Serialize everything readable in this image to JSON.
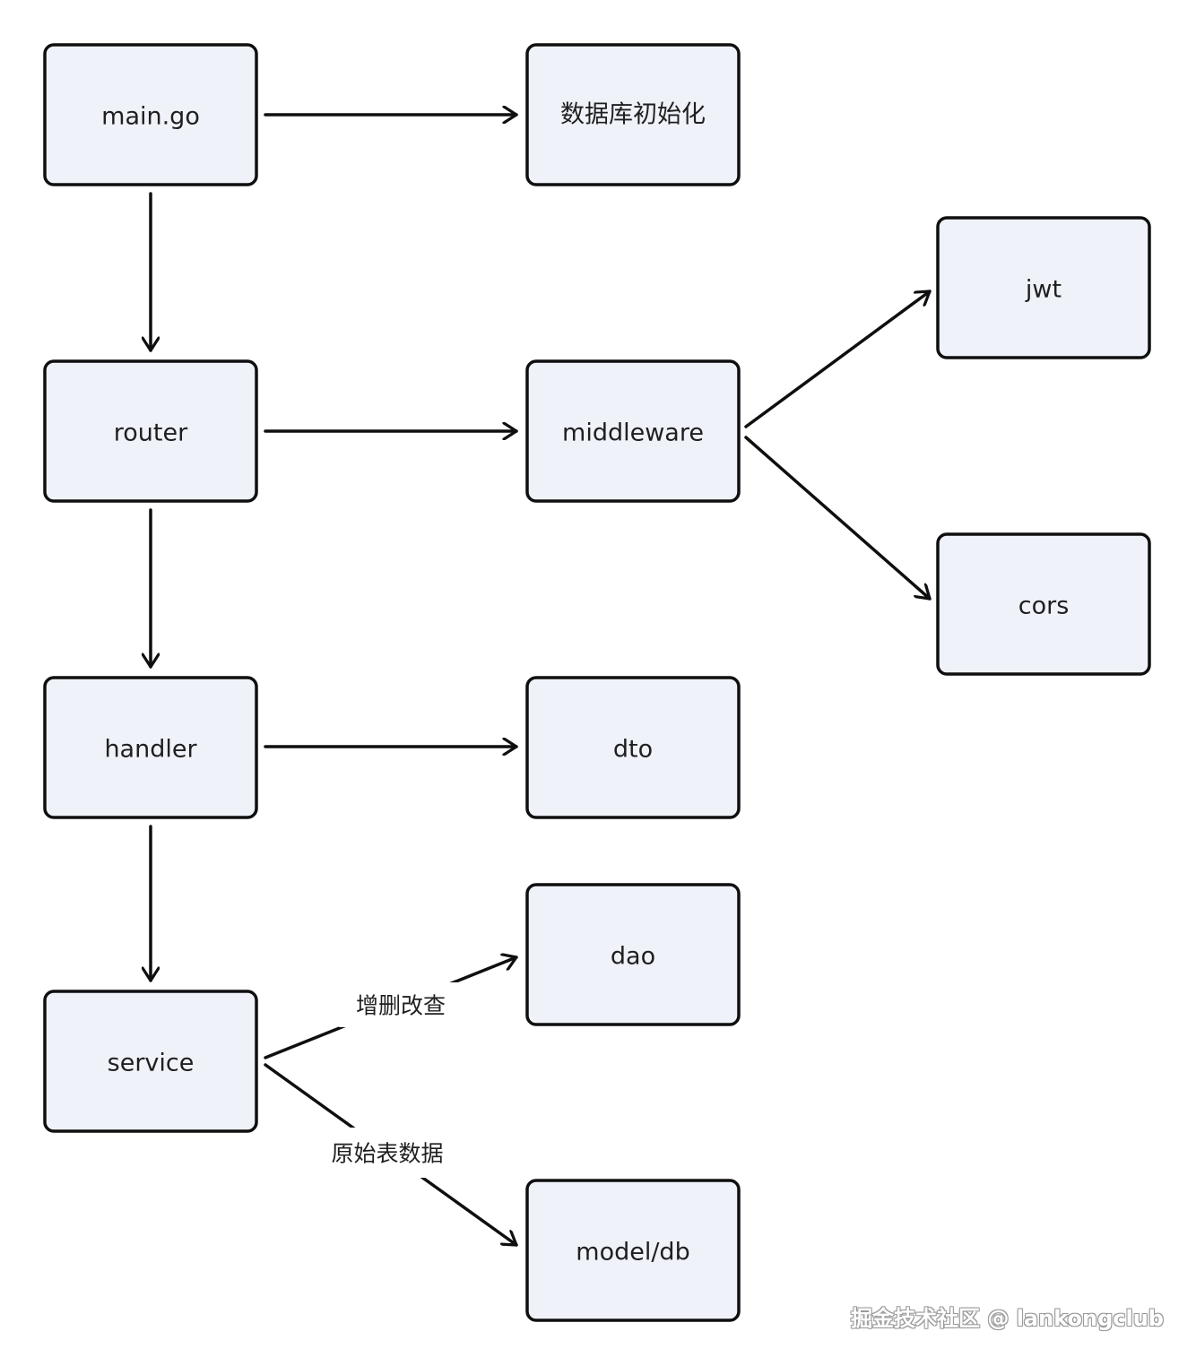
{
  "diagram": {
    "nodes": {
      "main": "main.go",
      "db_init": "数据库初始化",
      "router": "router",
      "middleware": "middleware",
      "jwt": "jwt",
      "cors": "cors",
      "handler": "handler",
      "dto": "dto",
      "service": "service",
      "dao": "dao",
      "model": "model/db"
    },
    "edge_labels": {
      "service_dao": "增删改查",
      "service_model": "原始表数据"
    },
    "edges": [
      [
        "main",
        "db_init"
      ],
      [
        "main",
        "router"
      ],
      [
        "router",
        "middleware"
      ],
      [
        "middleware",
        "jwt"
      ],
      [
        "middleware",
        "cors"
      ],
      [
        "router",
        "handler"
      ],
      [
        "handler",
        "dto"
      ],
      [
        "handler",
        "service"
      ],
      [
        "service",
        "dao"
      ],
      [
        "service",
        "model"
      ]
    ]
  },
  "watermark": "掘金技术社区 @ lankongclub"
}
